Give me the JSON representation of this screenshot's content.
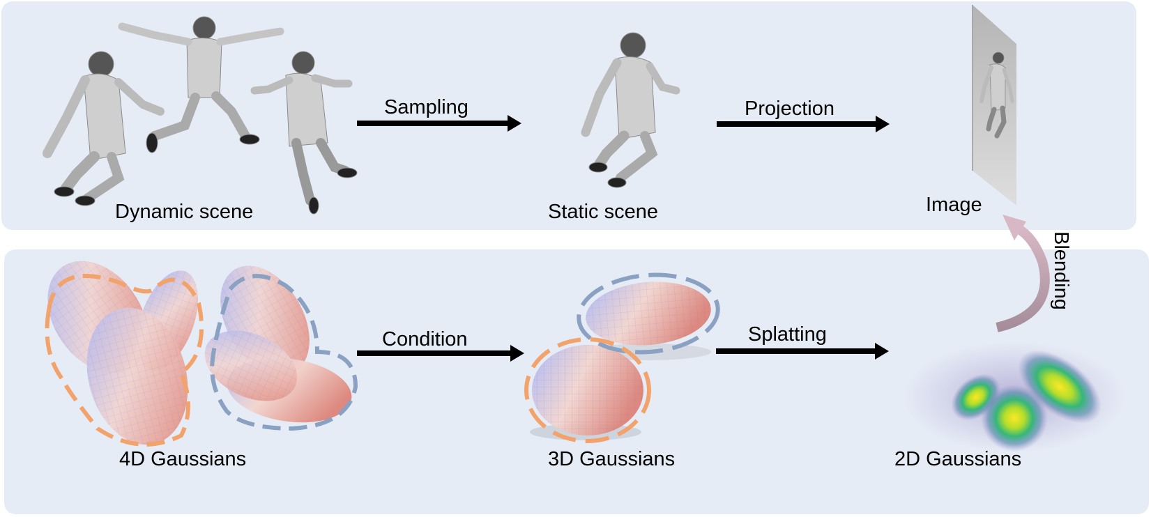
{
  "top_row": {
    "dynamic_scene": {
      "label": "Dynamic scene",
      "figures": 3
    },
    "sampling_arrow": {
      "label": "Sampling"
    },
    "static_scene": {
      "label": "Static scene"
    },
    "projection_arrow": {
      "label": "Projection"
    },
    "image": {
      "label": "Image"
    }
  },
  "bottom_row": {
    "gaussians_4d": {
      "label": "4D Gaussians"
    },
    "condition_arrow": {
      "label": "Condition"
    },
    "gaussians_3d": {
      "label": "3D Gaussians"
    },
    "splatting_arrow": {
      "label": "Splatting"
    },
    "gaussians_2d": {
      "label": "2D Gaussians"
    }
  },
  "blending_arrow": {
    "label": "Blending"
  },
  "colors": {
    "panel_bg": "#e6ecf6",
    "orange_dash": "#f2a36b",
    "blue_dash": "#8aa1c2",
    "blend_arrow": "#c9a9b6",
    "ellipsoid_blue": "#8f9ff0",
    "ellipsoid_red": "#e8907f"
  }
}
